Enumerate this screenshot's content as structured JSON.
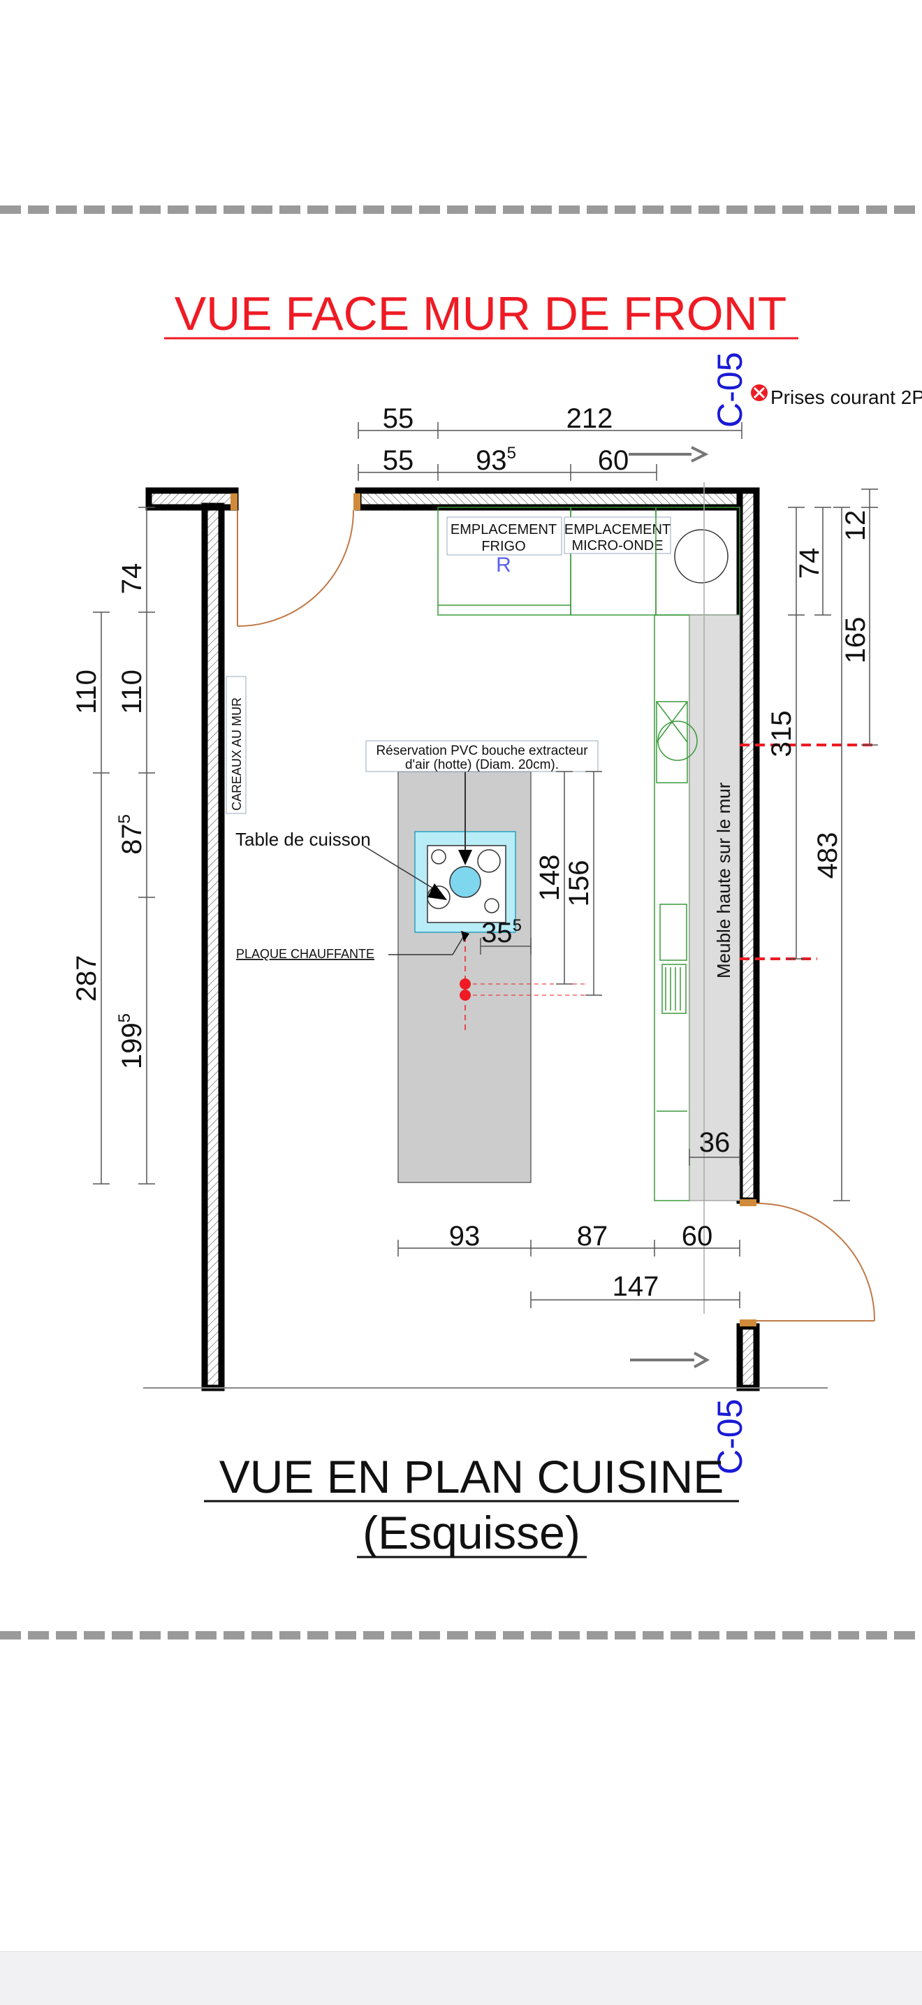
{
  "titles": {
    "front": "VUE FACE MUR DE FRONT",
    "plan_line1": "VUE EN PLAN CUISINE",
    "plan_line2": "(Esquisse)"
  },
  "section_marker": "C-05",
  "legend": {
    "sockets": "Prises courant  2P"
  },
  "labels": {
    "frigo_1": "EMPLACEMENT",
    "frigo_2": "FRIGO",
    "frigo_symbol": "R",
    "micro_1": "EMPLACEMENT",
    "micro_2": "MICRO-ONDE",
    "careaux": "CAREAUX AU MUR",
    "reservation_1": "Réservation PVC bouche extracteur",
    "reservation_2": "d'air (hotte) (Diam. 20cm).",
    "table_cuisson": "Table de cuisson",
    "plaque": "PLAQUE CHAUFFANTE",
    "meuble": "Meuble haute sur le mur"
  },
  "dimensions": {
    "top_55": "55",
    "top_212": "212",
    "top_55b": "55",
    "top_93": "93",
    "top_93_sup": "5",
    "top_60": "60",
    "left_74": "74",
    "left_110a": "110",
    "left_110b": "110",
    "left_87": "87",
    "left_87_sup": "5",
    "left_287": "287",
    "left_199": "199",
    "left_199_sup": "5",
    "right_74": "74",
    "right_12": "12",
    "right_165": "165",
    "right_315": "315",
    "right_483": "483",
    "island_148": "148",
    "island_156": "156",
    "island_35": "35",
    "island_35_sup": "5",
    "counter_36": "36",
    "bottom_93": "93",
    "bottom_87": "87",
    "bottom_60": "60",
    "bottom_147": "147"
  },
  "colors": {
    "title_red": "#ee1b24",
    "section_blue": "#1a1ad6",
    "wall": "#000000",
    "island_fill": "#cccccc",
    "hob_fill": "#b8ecf7",
    "counter_fill": "#dddddd",
    "furniture_green": "#3a9a3a",
    "door_arc": "#c07a4a"
  }
}
